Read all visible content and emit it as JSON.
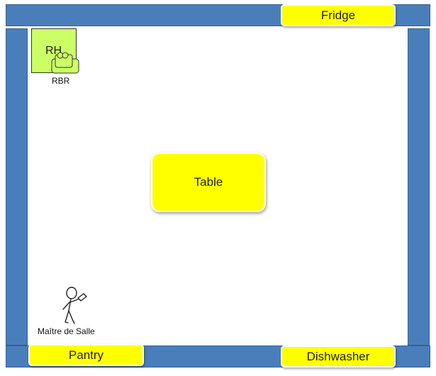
{
  "room": {
    "fridge_label": "Fridge",
    "pantry_label": "Pantry",
    "dishwasher_label": "Dishwasher",
    "table_label": "Table"
  },
  "agents": {
    "rh_label": "RH",
    "robot_label": "RBR",
    "person_label": "Maître de Salle"
  },
  "icons": {
    "robot": "robot-icon",
    "person": "person-icon"
  },
  "colors": {
    "wall": "#4a7ebb",
    "appliance": "#ffff00",
    "rh_zone": "#ccff66"
  }
}
